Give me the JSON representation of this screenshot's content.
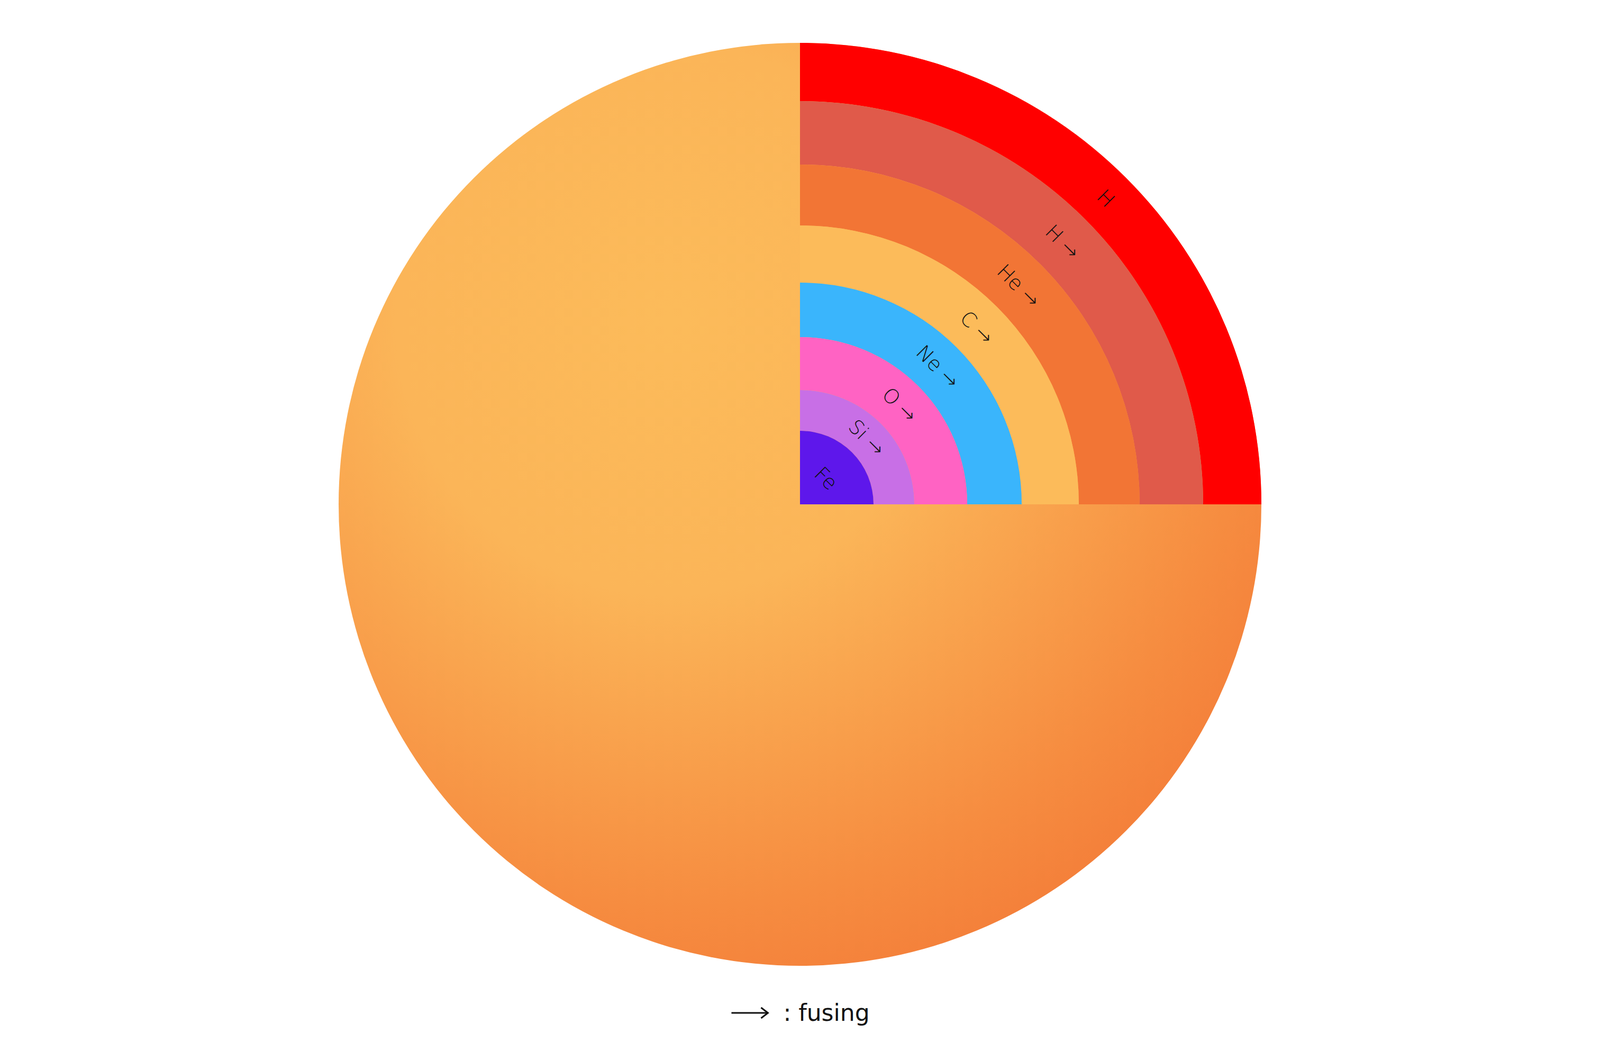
{
  "diagram": {
    "nodes": [
      {
        "text": [
          "H"
        ]
      },
      {
        "text": [
          "H →"
        ]
      },
      {
        "text": [
          "He →"
        ]
      },
      {
        "text": [
          "C →"
        ]
      },
      {
        "text": [
          "Ne →"
        ]
      },
      {
        "text": [
          "O →"
        ]
      },
      {
        "text": [
          "Si →"
        ]
      },
      {
        "text": [
          "Fe"
        ]
      }
    ],
    "legend": [
      {
        "text": ": fusing"
      }
    ]
  }
}
